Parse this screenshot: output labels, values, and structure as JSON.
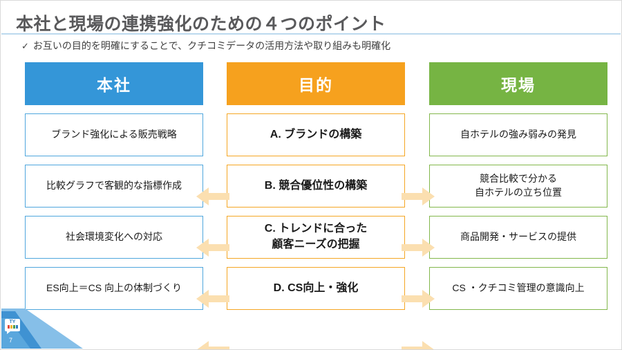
{
  "slide": {
    "title": "本社と現場の連携強化のための４つのポイント",
    "subtitle_check": "✓",
    "subtitle": "お互いの目的を明確にすることで、クチコミデータの活用方法や取り組みも明確化",
    "page_number": "7",
    "logo_text": "TY"
  },
  "columns": {
    "left": {
      "header": "本社",
      "color": "#3496d8"
    },
    "center": {
      "header": "目的",
      "color": "#f6a11e"
    },
    "right": {
      "header": "現場",
      "color": "#76b443"
    }
  },
  "rows": [
    {
      "left": "ブランド強化による販売戦略",
      "center": "A. ブランドの構築",
      "right": "自ホテルの強み弱みの発見",
      "arrow_left": "arrow-left-icon",
      "arrow_right": "arrow-right-icon"
    },
    {
      "left": "比較グラフで客観的な指標作成",
      "center": "B. 競合優位性の構築",
      "right_line1": "競合比較で分かる",
      "right_line2": "自ホテルの立ち位置",
      "arrow_left": "arrow-left-icon",
      "arrow_right": "arrow-right-icon"
    },
    {
      "left": "社会環境変化への対応",
      "center_line1": "C. トレンドに合った",
      "center_line2": "顧客ニーズの把握",
      "right": "商品開発・サービスの提供",
      "arrow_left": "arrow-left-icon",
      "arrow_right": "arrow-right-icon"
    },
    {
      "left": "ES向上＝CS 向上の体制づくり",
      "center": "D. CS向上・強化",
      "right": "CS ・クチコミ管理の意識向上",
      "arrow_left": "arrow-left-icon",
      "arrow_right": "arrow-right-icon"
    }
  ],
  "theme": {
    "title_color": "#59595b",
    "rule_color": "#bcd9ee",
    "arrow_fill": "#fbdfb0",
    "left_border": "#4ea6dd",
    "center_border": "#f5a623",
    "right_border": "#82b74b",
    "deco_blue_dark": "#3f92d2",
    "deco_blue_light": "#86bfe8"
  }
}
